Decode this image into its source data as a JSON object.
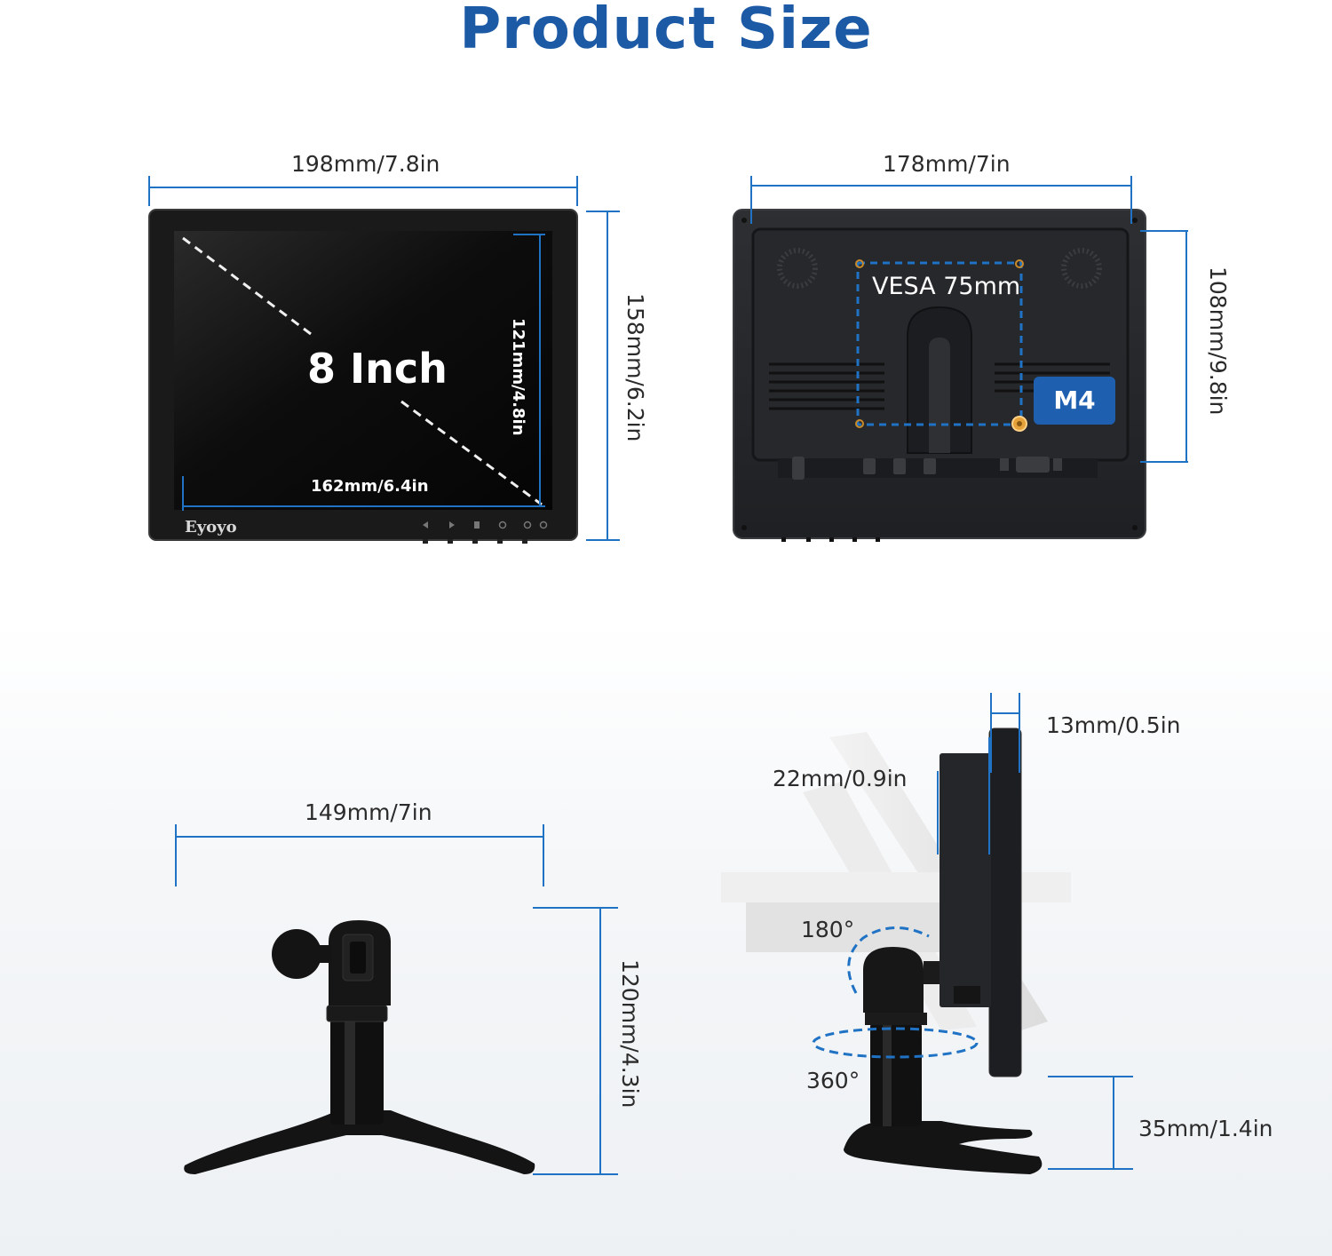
{
  "title": "Product Size",
  "front": {
    "width": "198mm/7.8in",
    "height": "158mm/6.2in",
    "diagonal": "8 Inch",
    "screen_height": "121mm/4.8in",
    "screen_width": "162mm/6.4in",
    "brand": "Eyoyo"
  },
  "back": {
    "width": "178mm/7in",
    "height": "108mm/9.8in",
    "vesa": "VESA 75mm",
    "screw": "M4"
  },
  "stand": {
    "width": "149mm/7in",
    "height": "120mm/4.3in"
  },
  "side": {
    "thickness": "13mm/0.5in",
    "depth": "22mm/0.9in",
    "tilt": "180°",
    "swivel": "360°",
    "clearance": "35mm/1.4in"
  },
  "colors": {
    "title": "#1c5aa6",
    "dimension_line": "#1f72c4",
    "badge": "#1f5fb0"
  }
}
